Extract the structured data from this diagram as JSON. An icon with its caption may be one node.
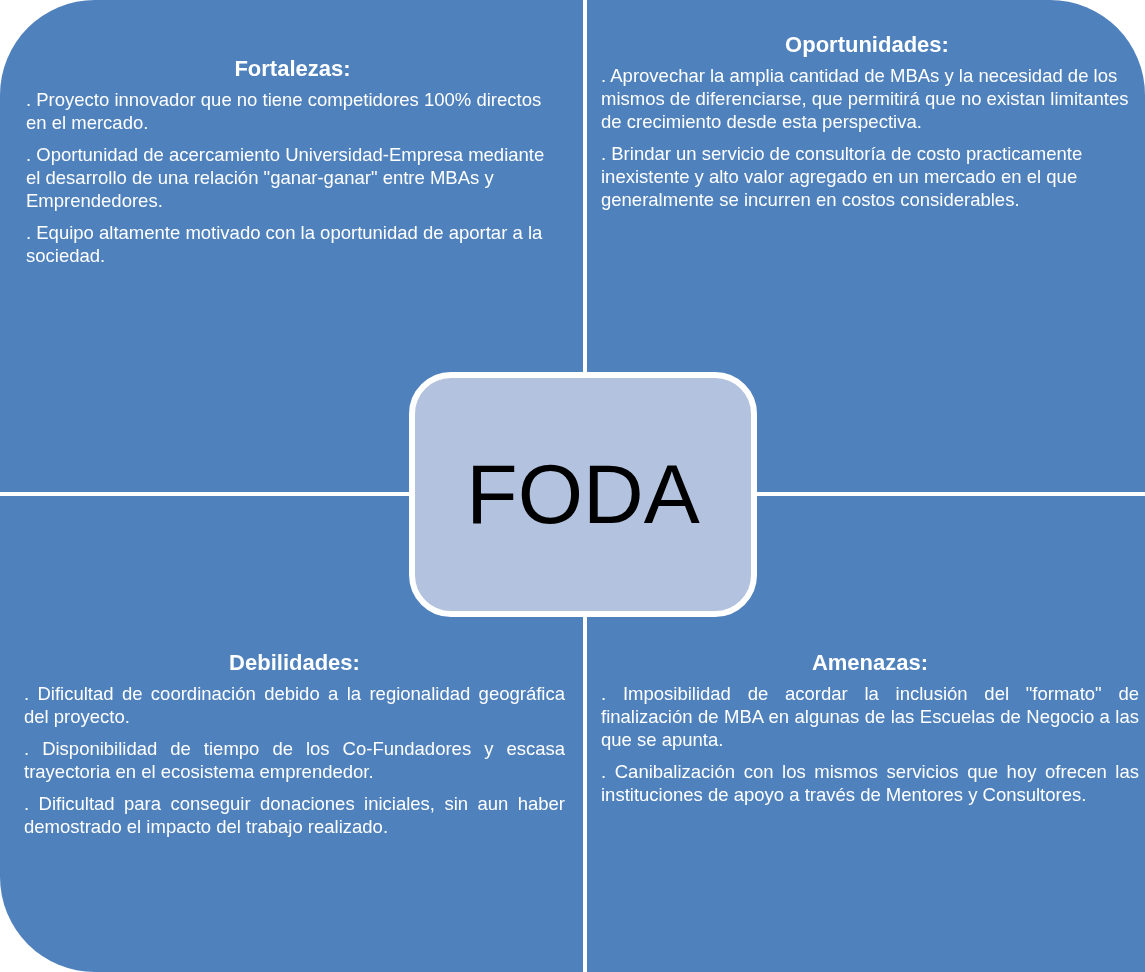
{
  "diagram": {
    "nodes": [
      {
        "text": [
          "Fortalezas:",
          ". Proyecto innovador que no tiene competidores 100% directos en el mercado.",
          ". Oportunidad de acercamiento Universidad-Empresa mediante el desarrollo de una relación \"ganar-ganar\" entre MBAs y Emprendedores.",
          ". Equipo altamente motivado con la oportunidad de aportar a la sociedad."
        ]
      },
      {
        "text": [
          "Oportunidades:",
          ". Aprovechar la amplia cantidad de MBAs y la necesidad de los mismos de diferenciarse, que permitirá que no existan limitantes de crecimiento desde esta perspectiva.",
          ". Brindar un servicio de consultoría de costo practicamente inexistente y alto valor agregado en un mercado en el que generalmente se incurren en costos considerables."
        ]
      },
      {
        "text": [
          "Debilidades:",
          ". Dificultad de coordinación debido a la regionalidad geográfica del proyecto.",
          ". Disponibilidad de tiempo de los Co-Fundadores y escasa trayectoria en el ecosistema emprendedor.",
          ". Dificultad para conseguir donaciones iniciales, sin aun haber demostrado el impacto del trabajo realizado."
        ]
      },
      {
        "text": [
          "Amenazas:",
          ". Imposibilidad de acordar la inclusión del \"formato\" de finalización de MBA en algunas de las Escuelas de Negocio a las que se apunta.",
          ". Canibalización con los mismos servicios que hoy ofrecen las instituciones de apoyo a través de Mentores y Consultores."
        ]
      },
      {
        "text": [
          "FODA"
        ]
      }
    ]
  }
}
